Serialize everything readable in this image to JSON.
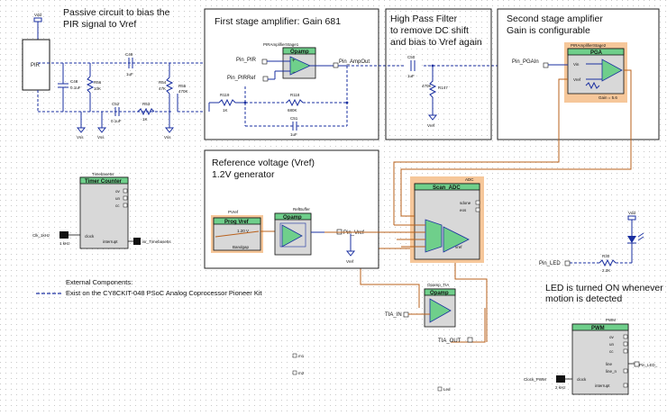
{
  "colors": {
    "wire_blue": "#1a2fa0",
    "wire_orange": "#b8601b",
    "comp_green": "#6fcf8b",
    "comp_body": "#d8d8d8",
    "highlight": "#f6c79a",
    "text_blue": "#0000cc",
    "text_dark": "#111111"
  },
  "titles": {
    "passive": [
      "Passive circuit to bias the",
      "PIR signal to Vref"
    ],
    "stage1": "First stage amplifier: Gain 681",
    "hpf": [
      "High Pass Filter",
      "to remove DC shift",
      "and bias to Vref again"
    ],
    "stage2": [
      "Second stage amplifier",
      "Gain is configurable"
    ],
    "vref": [
      "Reference voltage (Vref)",
      "1.2V generator"
    ],
    "external": [
      "External Components:",
      "Exist on the CY8CKIT-048 PSoC Analog Coprocessor Pioneer Kit"
    ],
    "led_note": [
      "LED is turned ON whenever",
      "motion is detected"
    ]
  },
  "components": {
    "pir": {
      "label": "PIR",
      "vdd": "Vdd"
    },
    "c49": {
      "name": "C49",
      "value": "1uF"
    },
    "c_left": {
      "name": "C48",
      "value": "0.1uF"
    },
    "r_left": {
      "name": "R56",
      "value": "10K"
    },
    "r47k": {
      "name": "R54",
      "value": "47K"
    },
    "r119": {
      "name": "R119",
      "value": "1K"
    },
    "c52": {
      "name": "C52",
      "value": "0.1uF"
    },
    "r_hz": {
      "name": "R53",
      "value": "1K"
    },
    "r_lower": {
      "name": "R55",
      "value": "470K"
    },
    "r118": {
      "name": "R118",
      "value": "680K"
    },
    "c51": {
      "name": "C51",
      "value": "1uF"
    },
    "c50": {
      "name": "C50",
      "value": "1uF"
    },
    "r470k": {
      "name": "R147",
      "value": "470K"
    },
    "vss_label": "Vss",
    "vref_label": "Vref",
    "amp1": {
      "instance": "PIRAmplifierStage1",
      "type": "Opamp",
      "pin_in": "Pin_PIR",
      "pin_ref": "Pin_PIRRef",
      "pin_out": "Pin_AmpOut"
    },
    "pga": {
      "instance": "PIRAmplifierStage2",
      "type": "PGA",
      "vin": "Vin",
      "vref": "Vref",
      "gain": "Gain = 5.6",
      "pin_in": "Pin_PGAIn"
    },
    "timer": {
      "instance": "Timebase5s",
      "type": "Timer Counter",
      "ports": [
        "ov",
        "un",
        "cc"
      ],
      "clock": "clock",
      "interrupt": "interrupt",
      "clk": "Clk_1kHz",
      "clk_val": "1 kHz",
      "isr": "isr_Timebase5s"
    },
    "pvref": {
      "instance": "PVref",
      "type": "Prog Vref",
      "value": "1.20 V",
      "source": "Bandgap"
    },
    "refbuffer": {
      "instance": "RefBuffer",
      "type": "Opamp",
      "pin": "Pin_Vref"
    },
    "adc": {
      "instance": "ADC",
      "type": "Scan_ADC",
      "ports": [
        "sdone",
        "eos"
      ],
      "vref": "vref"
    },
    "tia": {
      "instance": "Opamp_TIA",
      "type": "Opamp",
      "pin_in": "TIA_IN",
      "pin_out": "TIA_OUT"
    },
    "led": {
      "vdd": "Vdd",
      "pin": "Pin_LED",
      "r_name": "R30",
      "r_value": "2.2K"
    },
    "pwm": {
      "instance": "PWM",
      "type": "PWM",
      "ports": [
        "ov",
        "un",
        "cc"
      ],
      "line": "line",
      "line_n": "line_n",
      "clock": "clock",
      "interrupt": "interrupt",
      "clk": "Clock_PWM",
      "clk_val": "2 kHz",
      "pin": "Pin_LED_"
    },
    "misc_pins": [
      "m1",
      "m2",
      "Led"
    ]
  }
}
